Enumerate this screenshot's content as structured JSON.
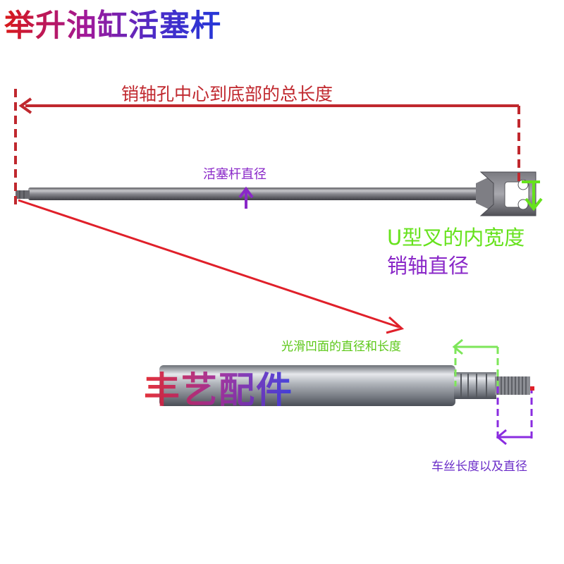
{
  "title": "举升油缸活塞杆",
  "labels": {
    "total_length": "销轴孔中心到底部的总长度",
    "rod_diameter": "活塞杆直径",
    "u_fork_width": "U型叉的内宽度",
    "pin_diameter": "销轴直径",
    "groove": "光滑凹面的直径和长度",
    "thread": "车丝长度以及直径"
  },
  "watermark": "丰艺配件",
  "colors": {
    "dimension_red": "#c0282e",
    "purple": "#8a28c8",
    "green": "#66e21c"
  }
}
